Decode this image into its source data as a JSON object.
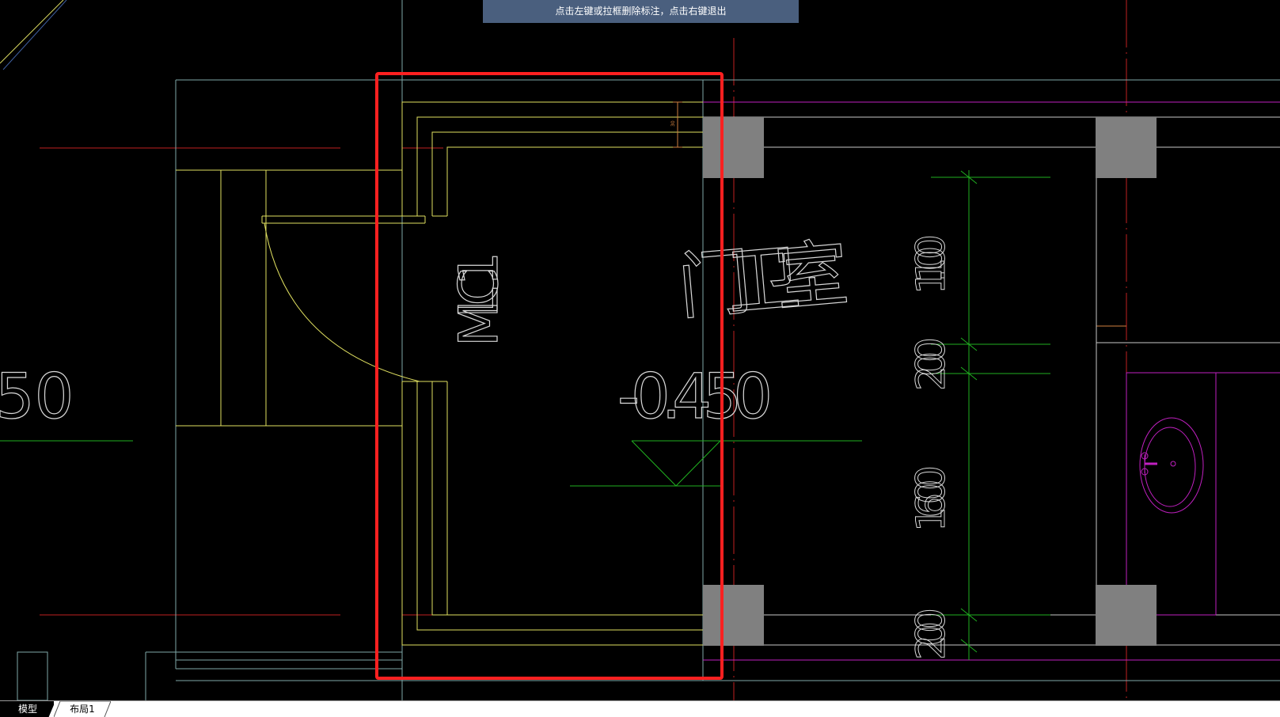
{
  "prompt": {
    "text": "点击左键或拉框删除标注，点击右键退出"
  },
  "drawing": {
    "room_name": "门卫室",
    "door_label": "MLC1",
    "elevation": "-0.450",
    "partial_left_value": "50",
    "dim_text_small": "30",
    "dimensions": [
      "1100",
      "200",
      "1600",
      "200"
    ]
  },
  "tabs": [
    {
      "label": "模型",
      "active": true
    },
    {
      "label": "布局1",
      "active": false
    }
  ],
  "colors": {
    "background": "#000000",
    "wall": "#c8c8c8",
    "yellow": "#e0e060",
    "red_axis": "#d02020",
    "green_dim": "#20b020",
    "magenta": "#c020c0",
    "column": "#808080",
    "selection": "#ff2020",
    "prompt_bg": "#4a5f7e"
  }
}
